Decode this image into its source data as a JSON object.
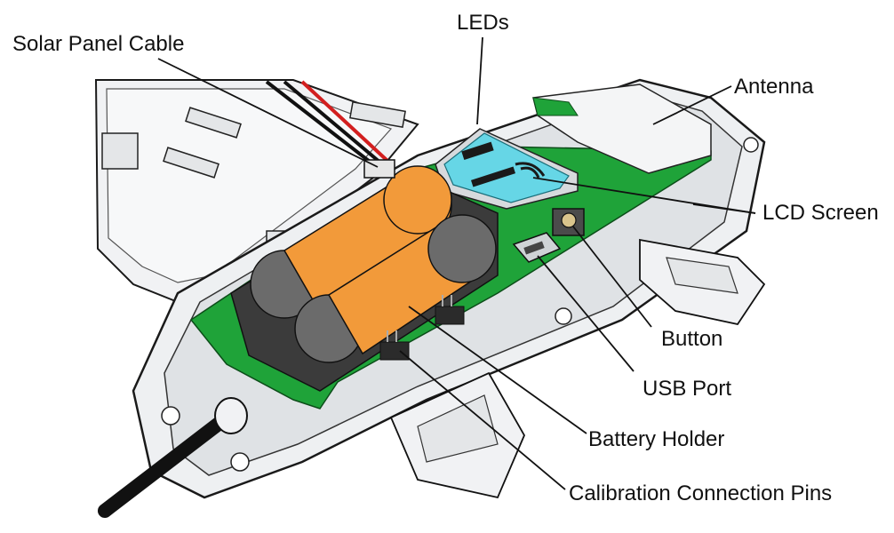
{
  "labels": {
    "solar_panel_cable": "Solar Panel Cable",
    "leds": "LEDs",
    "antenna": "Antenna",
    "lcd_screen": "LCD Screen",
    "button": "Button",
    "usb_port": "USB Port",
    "battery_holder": "Battery Holder",
    "calibration_pins": "Calibration Connection Pins"
  },
  "colors": {
    "enclosure": "#eef0f2",
    "enclosure_outline": "#1a1a1a",
    "pcb": "#1fa339",
    "battery_orange": "#f29a3a",
    "battery_gray": "#6b6b6b",
    "lcd": "#66d6e6",
    "cable_red": "#d21f1f",
    "cable_black": "#111111"
  }
}
